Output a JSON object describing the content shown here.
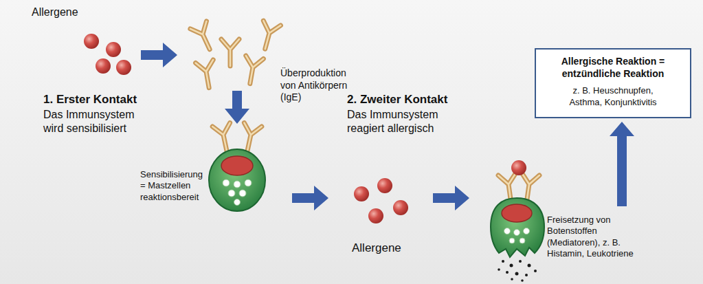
{
  "diagram": {
    "nodes": [
      {
        "text": [
          "Allergische Reaktion = entzündliche Reaktion",
          "z. B. Heuschnupfen, Asthma, Konjunktivitis"
        ]
      }
    ],
    "labels": [
      "Allergene",
      "Überproduktion von Antikörpern (IgE)",
      "1. Erster Kontakt",
      "Das Immunsystem wird sensibilisiert",
      "Sensibilisierung = Mastzellen reaktionsbereit",
      "Allergene",
      "2. Zweiter Kontakt",
      "Das Immunsystem reagiert allergisch",
      "Freisetzung von Botenstoffen (Mediatoren), z. B. Histamin, Leukotriene"
    ]
  }
}
